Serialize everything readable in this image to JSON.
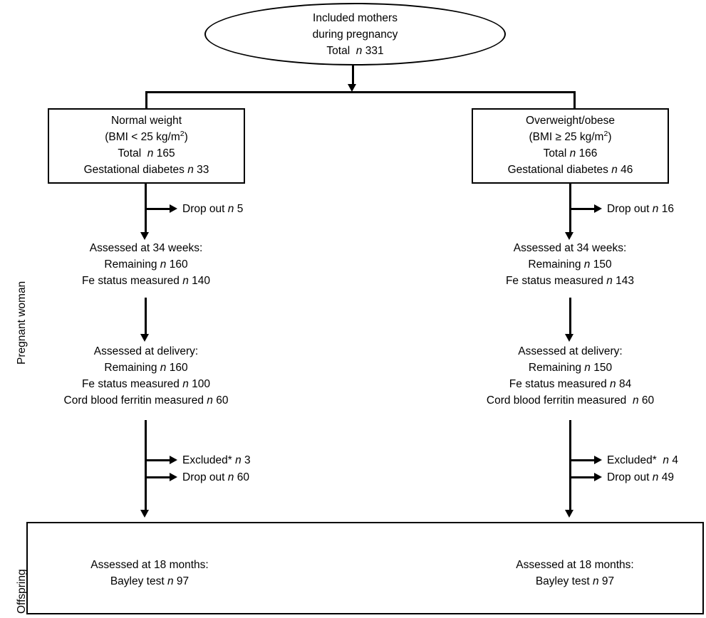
{
  "figure": {
    "type": "flow-diagram",
    "title_node": {
      "lines": [
        "Included mothers",
        "during pregnancy",
        "Total  n 331"
      ],
      "line1": "Included mothers",
      "line2": "during pregnancy",
      "line3_label": "Total",
      "line3_italic_n": "n",
      "line3_value": "331"
    },
    "side_labels": {
      "pregnant_woman": "Pregnant woman",
      "offspring": "Offspring"
    },
    "branches": [
      {
        "id": "normal-weight",
        "group_box": {
          "line1": "Normal weight",
          "line2_prefix": "(BMI < 25 kg/m",
          "line2_sup": "2",
          "line2_suffix": ")",
          "line3_label": "Total",
          "line3_italic_n": "n",
          "line3_value": "165",
          "line4_label": "Gestational diabetes",
          "line4_italic_n": "n",
          "line4_value": "33"
        },
        "dropout_1": {
          "label": "Drop out",
          "italic_n": "n",
          "value": "5"
        },
        "week34": {
          "line1": "Assessed at 34 weeks:",
          "line2_label": "Remaining",
          "line2_italic_n": "n",
          "line2_value": "160",
          "line3_label": "Fe status measured",
          "line3_italic_n": "n",
          "line3_value": "140"
        },
        "delivery": {
          "line1": "Assessed at delivery:",
          "line2_label": "Remaining",
          "line2_italic_n": "n",
          "line2_value": "160",
          "line3_label": "Fe status measured",
          "line3_italic_n": "n",
          "line3_value": "100",
          "line4_label": "Cord blood ferritin measured",
          "line4_italic_n": "n",
          "line4_value": "60"
        },
        "excluded": {
          "label": "Excluded*",
          "italic_n": "n",
          "value": "3"
        },
        "dropout_2": {
          "label": "Drop out",
          "italic_n": "n",
          "value": "60"
        },
        "offspring": {
          "line1": "Assessed at 18 months:",
          "line2_label": "Bayley test",
          "line2_italic_n": "n",
          "line2_value": "97"
        }
      },
      {
        "id": "overweight-obese",
        "group_box": {
          "line1": "Overweight/obese",
          "line2_prefix": "(BMI ≥ 25 kg/m",
          "line2_sup": "2",
          "line2_suffix": ")",
          "line3_label": "Total",
          "line3_italic_n": "n",
          "line3_value": "166",
          "line4_label": "Gestational diabetes",
          "line4_italic_n": "n",
          "line4_value": "46"
        },
        "dropout_1": {
          "label": "Drop out",
          "italic_n": "n",
          "value": "16"
        },
        "week34": {
          "line1": "Assessed at 34 weeks:",
          "line2_label": "Remaining",
          "line2_italic_n": "n",
          "line2_value": "150",
          "line3_label": "Fe status measured",
          "line3_italic_n": "n",
          "line3_value": "143"
        },
        "delivery": {
          "line1": "Assessed at delivery:",
          "line2_label": "Remaining",
          "line2_italic_n": "n",
          "line2_value": "150",
          "line3_label": "Fe status measured",
          "line3_italic_n": "n",
          "line3_value": "84",
          "line4_label": "Cord blood ferritin measured",
          "line4_italic_n": "n",
          "line4_value": "60"
        },
        "excluded": {
          "label": "Excluded*",
          "italic_n": "n",
          "value": "4"
        },
        "dropout_2": {
          "label": "Drop out",
          "italic_n": "n",
          "value": "49"
        },
        "offspring": {
          "line1": "Assessed at 18 months:",
          "line2_label": "Bayley test",
          "line2_italic_n": "n",
          "line2_value": "97"
        }
      }
    ],
    "colors": {
      "stroke": "#000000",
      "background": "#ffffff",
      "text": "#000000"
    }
  }
}
